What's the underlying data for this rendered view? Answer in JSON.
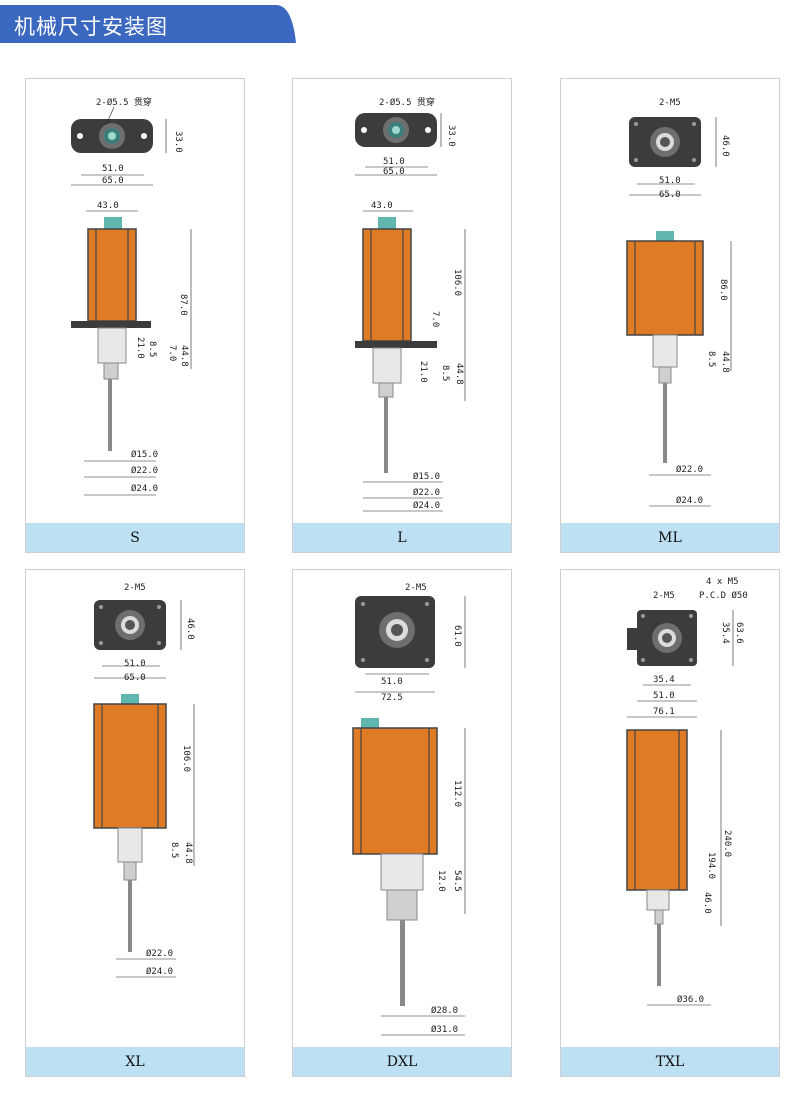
{
  "header": {
    "title": "机械尺寸安装图"
  },
  "colors": {
    "header_bg": "#3a67c0",
    "label_bg": "#bde0f2",
    "body_orange": "#e07b25",
    "frame_gray": "#4a4a4a"
  },
  "models": [
    {
      "name": "S",
      "dims": {
        "hole": "2-Ø5.5 贯穿",
        "height_top": "33.0",
        "w1": "51.0",
        "w2": "65.0",
        "top_w": "43.0",
        "h_total": "87.0",
        "d21": "21.0",
        "d85": "8.5",
        "d7": "7.0",
        "d448": "44.8",
        "dia1": "Ø15.0",
        "dia2": "Ø22.0",
        "dia3": "Ø24.0"
      }
    },
    {
      "name": "L",
      "dims": {
        "hole": "2-Ø5.5 贯穿",
        "height_top": "33.0",
        "w1": "51.0",
        "w2": "65.0",
        "top_w": "43.0",
        "h_total": "106.0",
        "d7": "7.0",
        "d21": "21.0",
        "d85": "8.5",
        "d448": "44.8",
        "dia1": "Ø15.0",
        "dia2": "Ø22.0",
        "dia3": "Ø24.0"
      }
    },
    {
      "name": "ML",
      "dims": {
        "hole": "2-M5",
        "height_top": "46.0",
        "w1": "51.0",
        "w2": "65.0",
        "h_total": "86.0",
        "d85": "8.5",
        "d448": "44.8",
        "dia2": "Ø22.0",
        "dia3": "Ø24.0"
      }
    },
    {
      "name": "XL",
      "dims": {
        "hole": "2-M5",
        "height_top": "46.0",
        "w1": "51.0",
        "w2": "65.0",
        "h_total": "106.0",
        "d85": "8.5",
        "d448": "44.8",
        "dia2": "Ø22.0",
        "dia3": "Ø24.0"
      }
    },
    {
      "name": "DXL",
      "dims": {
        "hole": "2-M5",
        "height_top": "61.0",
        "w1": "51.0",
        "w2": "72.5",
        "h_total": "112.0",
        "d12": "12.0",
        "d545": "54.5",
        "dia2": "Ø28.0",
        "dia3": "Ø31.0"
      }
    },
    {
      "name": "TXL",
      "dims": {
        "hole": "2-M5",
        "pcd1": "4 x  M5",
        "pcd2": "P.C.D Ø50",
        "height_top": "63.6",
        "h_small": "35.4",
        "w0": "35.4",
        "w1": "51.0",
        "w2": "76.1",
        "h_total": "240.0",
        "h_body": "194.0",
        "d46": "46.0",
        "dia3": "Ø36.0"
      }
    }
  ]
}
